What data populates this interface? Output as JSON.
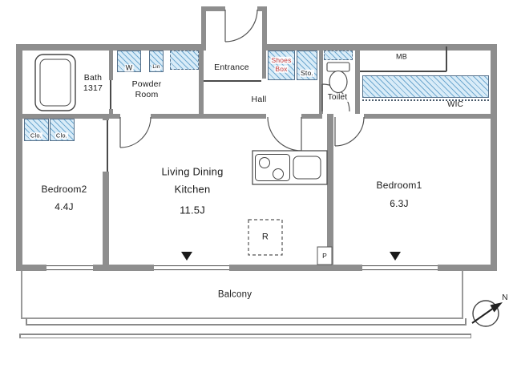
{
  "plan": {
    "rooms": {
      "bath": {
        "name": "Bath",
        "size": "1317"
      },
      "powder": {
        "line1": "Powder",
        "line2": "Room"
      },
      "entrance": {
        "name": "Entrance"
      },
      "hall": {
        "name": "Hall"
      },
      "toilet": {
        "name": "Toilet"
      },
      "mb": {
        "name": "MB"
      },
      "wic": {
        "name": "WIC"
      },
      "ldk": {
        "line1": "Living Dining",
        "line2": "Kitchen",
        "size": "11.5J"
      },
      "bedroom1": {
        "name": "Bedroom1",
        "size": "6.3J"
      },
      "bedroom2": {
        "name": "Bedroom2",
        "size": "4.4J"
      },
      "balcony": {
        "name": "Balcony"
      }
    },
    "storage": {
      "shoes_box": {
        "line1": "Shoes",
        "line2": "Box"
      },
      "sto": {
        "name": "Sto."
      },
      "closet1": {
        "name": "Clo."
      },
      "closet2": {
        "name": "Clo."
      },
      "washer": {
        "name": "W"
      },
      "linen": {
        "name": "Lin"
      }
    },
    "fixtures": {
      "fridge": {
        "name": "R"
      },
      "pipe": {
        "name": "P"
      }
    },
    "compass": {
      "north": "N"
    },
    "colors": {
      "wall": "#8e8e8e",
      "hatch_fill": "#d9ecf8",
      "hatch_line": "#6fa8cf",
      "shoes_text": "#c43b3b",
      "line": "#4a4a4a"
    }
  }
}
